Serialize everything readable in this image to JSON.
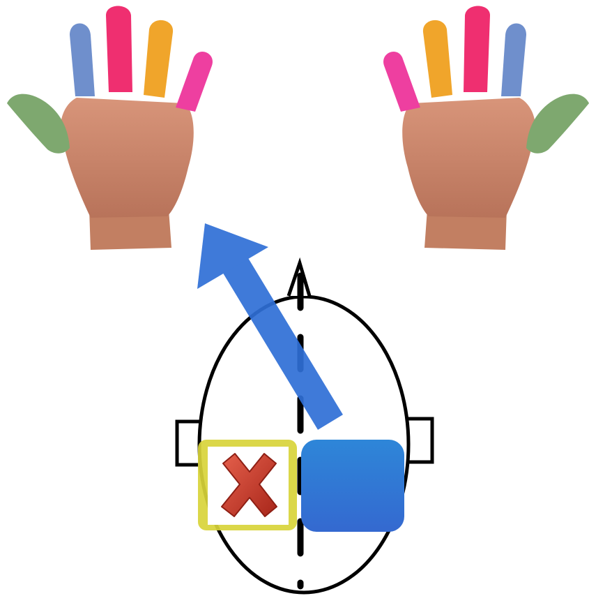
{
  "figure": {
    "hands": {
      "left": {
        "fingers": [
          {
            "name": "thumb",
            "color": "#7ea86f"
          },
          {
            "name": "index",
            "color": "#ef2f70"
          },
          {
            "name": "middle",
            "color": "#6f8fcc"
          },
          {
            "name": "ring",
            "color": "#f0a52b"
          },
          {
            "name": "little",
            "color": "#ee3fa0"
          }
        ],
        "palm_color": "#c98566"
      },
      "right": {
        "fingers": [
          {
            "name": "thumb",
            "color": "#7ea86f"
          },
          {
            "name": "index",
            "color": "#ef2f70"
          },
          {
            "name": "middle",
            "color": "#6f8fcc"
          },
          {
            "name": "ring",
            "color": "#f0a52b"
          },
          {
            "name": "little",
            "color": "#ee3fa0"
          }
        ],
        "palm_color": "#c98566"
      }
    },
    "arrow_color": "#2f6fd6",
    "head": {
      "outline_color": "#000000",
      "left_block": {
        "highlight_color": "#d8d43a",
        "mark": "x-mark",
        "mark_color": "#c8321f"
      },
      "right_block": {
        "color": "#2f74d8"
      }
    }
  }
}
